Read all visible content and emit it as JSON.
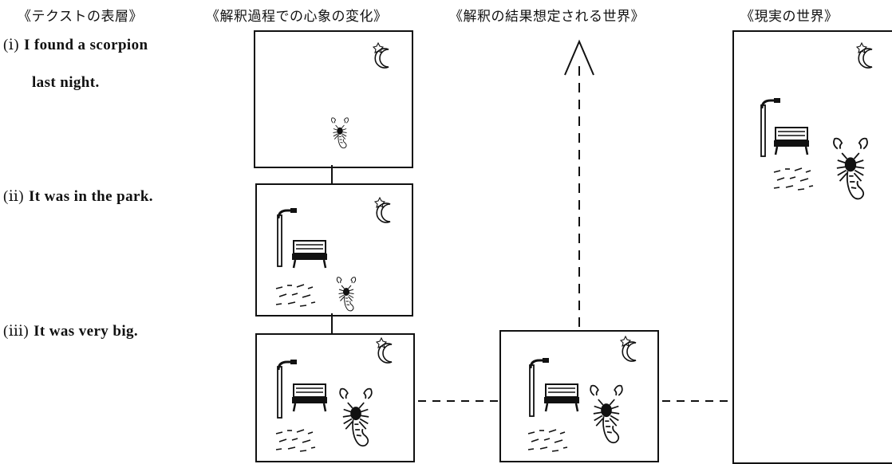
{
  "headers": {
    "surface": "《テクストの表層》",
    "process": "《解釈過程での心象の変化》",
    "result": "《解釈の結果想定される世界》",
    "real": "《現実の世界》"
  },
  "sentences": [
    {
      "num": "(ⅰ)",
      "line1": "I found a scorpion",
      "line2": "last night."
    },
    {
      "num": "(ⅱ)",
      "line1": "It was in the park."
    },
    {
      "num": "(ⅲ)",
      "line1": "It was very big."
    }
  ],
  "icons": [
    "moon-star-icon",
    "scorpion-icon",
    "street-lamp-icon",
    "bench-icon",
    "grass-icon",
    "arrow-up-icon"
  ],
  "colors": {
    "ink": "#111111",
    "background": "#ffffff"
  }
}
